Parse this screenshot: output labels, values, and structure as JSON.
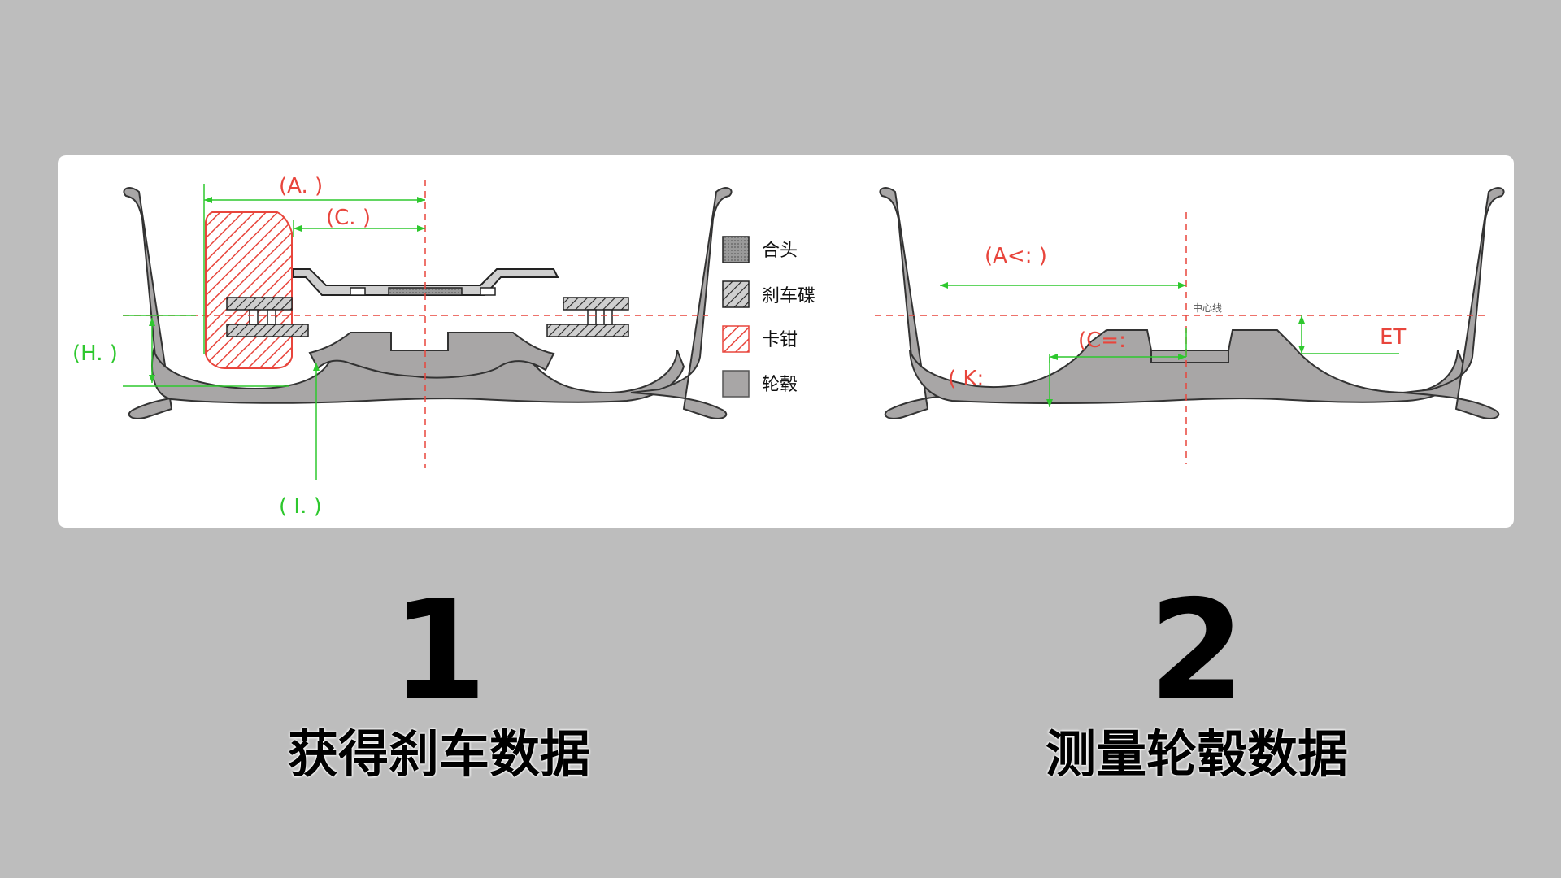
{
  "left_diagram": {
    "labels": {
      "A": "(A.      )",
      "C": "(C.      )",
      "H": "(H.      )",
      "I": "( I.      )"
    },
    "legend": [
      {
        "label": "合头",
        "swatch": "grey-hatch"
      },
      {
        "label": "刹车碟",
        "swatch": "black-hatch"
      },
      {
        "label": "卡钳",
        "swatch": "red-hatch"
      },
      {
        "label": "轮毂",
        "swatch": "grey-solid"
      }
    ]
  },
  "right_diagram": {
    "labels": {
      "A": "(A<:        )",
      "C": "(C=:",
      "K": "( K:",
      "ET": "ET",
      "centerline": "中心线"
    }
  },
  "steps": [
    {
      "number": "1",
      "caption": "获得刹车数据"
    },
    {
      "number": "2",
      "caption": "测量轮毂数据"
    }
  ],
  "colors": {
    "background": "#bdbdbd",
    "wheel": "#a8a6a6",
    "red": "#e8453c",
    "green": "#2ec82e"
  }
}
